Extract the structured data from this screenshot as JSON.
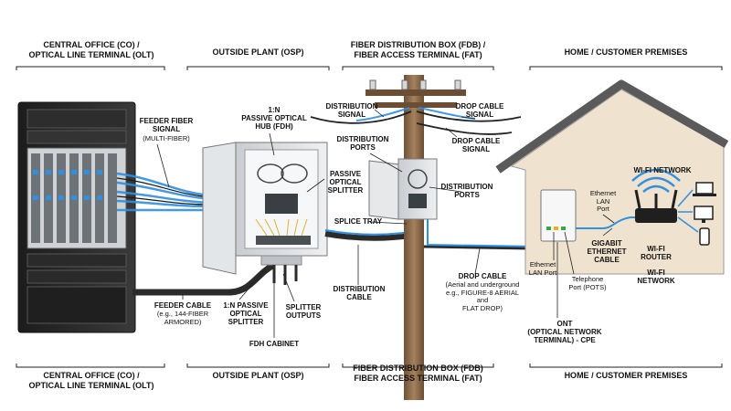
{
  "headers": {
    "top_co": "CENTRAL OFFICE (CO) /\nOPTICAL LINE TERMINAL (OLT)",
    "top_osp": "OUTSIDE PLANT (OSP)",
    "top_fdb": "FIBER DISTRIBUTION BOX (FDB) /\nFIBER ACCESS TERMINAL (FAT)",
    "top_home": "HOME / CUSTOMER PREMISES",
    "bot_co": "CENTRAL OFFICE (CO) /\nOPTICAL LINE TERMINAL (OLT)",
    "bot_osp": "OUTSIDE PLANT (OSP)",
    "bot_fdb": "FIBER DISTRIBUTION BOX (FDB)\nFIBER ACCESS TERMINAL (FAT)",
    "bot_home": "HOME / CUSTOMER PREMISES"
  },
  "labels": {
    "feeder_fiber": "FEEDER FIBER\nSIGNAL",
    "feeder_fiber_sub": "(MULTI-FIBER)",
    "hub": "1:N\nPASSIVE OPTICAL\nHUB (FDH)",
    "passive_splitter": "PASSIVE\nOPTICAL\nSPLITTER",
    "distribution_signal": "DISTRIBUTION\nSIGNAL",
    "distribution_ports_left": "DISTRIBUTION\nPORTS",
    "distribution_ports_right": "DISTRIBUTION\nPORTS",
    "drop_cable_signal_1": "DROP CABLE\nSIGNAL",
    "drop_cable_signal_2": "DROP CABLE\nSIGNAL",
    "splice_tray": "SPLICE TRAY",
    "distribution_cable": "DISTRIBUTION\nCABLE",
    "drop_cable": "DROP CABLE",
    "drop_cable_sub": "(Aerial and underground\ne.g., FIGURE-8 AERIAL\nand\nFLAT DROP)",
    "feeder_cable": "FEEDER CABLE",
    "feeder_cable_sub": "(e.g., 144-FIBER\nARMORED)",
    "splitter_1n": "1:N PASSIVE\nOPTICAL\nSPLITTER",
    "splitter_outputs": "SPLITTER\nOUTPUTS",
    "fdh_cabinet": "FDH CABINET",
    "wifi_network_top": "WI-FI NETWORK",
    "ethernet_lan_port_router": "Ethernet\nLAN\nPort",
    "gigabit_ethernet": "GIGABIT\nETHERNET\nCABLE",
    "wifi_router": "WI-FI\nROUTER",
    "wifi_network": "WI-FI\nNETWORK",
    "ethernet_lan_port_ont": "Ethernet\nLAN Port",
    "telephone_port": "Telephone\nPort (POTS)",
    "ont": "ONT\n(OPTICAL NETWORK\nTERMINAL) - CPE"
  },
  "colors": {
    "signal_blue": "#2f8fe0",
    "cable_dark": "#2b2b2b",
    "cabinet_gray": "#d9dcdf",
    "pole_brown": "#8a6a4a",
    "house_wall": "#efe3cf",
    "roof": "#5a5a5a"
  }
}
